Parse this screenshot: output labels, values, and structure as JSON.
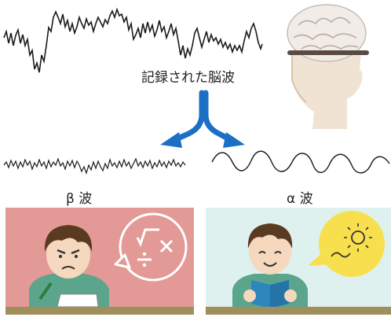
{
  "top_label": "記録された脳波",
  "beta_label": "β 波",
  "alpha_label": "α 波",
  "colors": {
    "arrow": "#1b6fc4",
    "panel_beta": "#e39a96",
    "panel_alpha": "#dff1ef",
    "bubble_alpha": "#f8df4e",
    "shirt": "#5aa58c",
    "hair": "#5a3b22",
    "skin": "#f5d8bd",
    "book": "#2e86bf",
    "desk": "#9f8f5c"
  },
  "icons": {
    "beta_bubble": [
      "sqrt-symbol",
      "multiply-symbol",
      "divide-symbol"
    ],
    "alpha_bubble": [
      "sun-icon",
      "wavy-line"
    ]
  }
}
